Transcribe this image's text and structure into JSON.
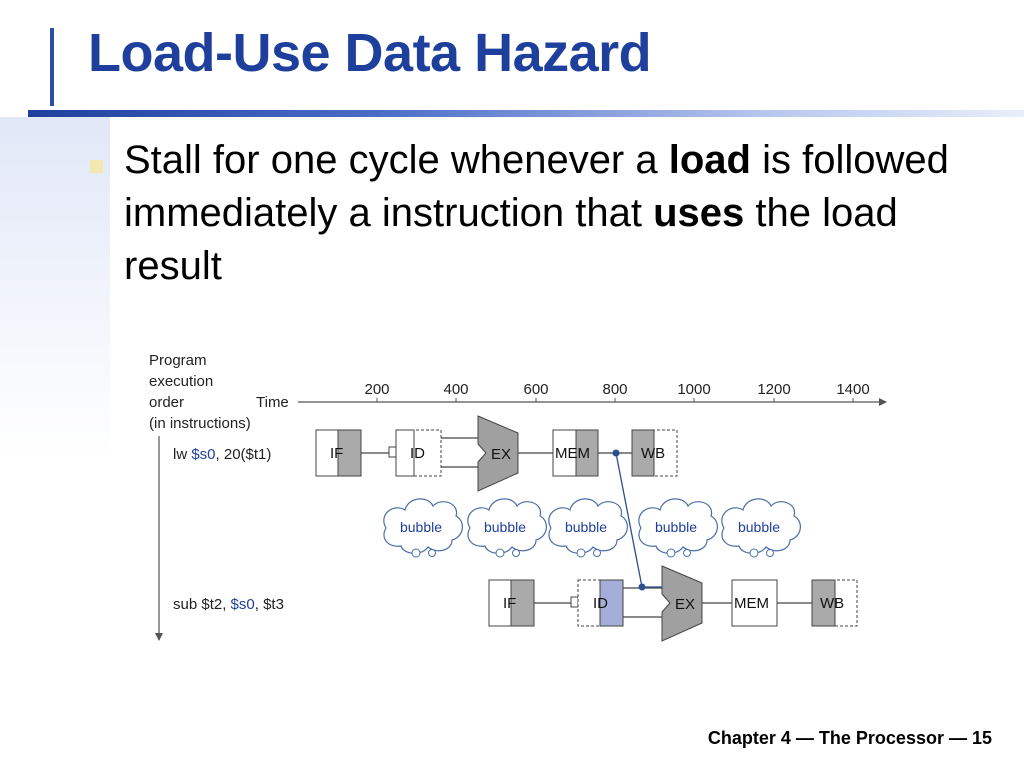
{
  "slide": {
    "title": "Load-Use Data Hazard",
    "bullet": {
      "p1": "Stall for one cycle whenever a ",
      "b1": "load",
      "p2": " is followed immediately a instruction that ",
      "b2": "uses",
      "p3": " the load result"
    },
    "footer": "Chapter 4 — The Processor — 15"
  },
  "diagram": {
    "order_label": [
      "Program",
      "execution",
      "order",
      "(in instructions)"
    ],
    "time_label": "Time",
    "time_ticks": [
      "200",
      "400",
      "600",
      "800",
      "1000",
      "1200",
      "1400"
    ],
    "instructions": [
      {
        "op": "lw ",
        "reg": "$s0",
        "rest": ", 20($t1)"
      },
      {
        "op": "sub $t2, ",
        "reg": "$s0",
        "rest": ", $t3"
      }
    ],
    "stages": [
      "IF",
      "ID",
      "EX",
      "MEM",
      "WB"
    ],
    "bubble_label": "bubble",
    "bubble_count": 5,
    "colors": {
      "register_fill": "#aaaaaa",
      "alu_fill": "#a0a0a0",
      "register_highlight": "#a4aed8",
      "forward_line": "#2b4f8f",
      "register_name": "#1f3f9c",
      "bubble_outline": "#4a6fa8"
    }
  }
}
